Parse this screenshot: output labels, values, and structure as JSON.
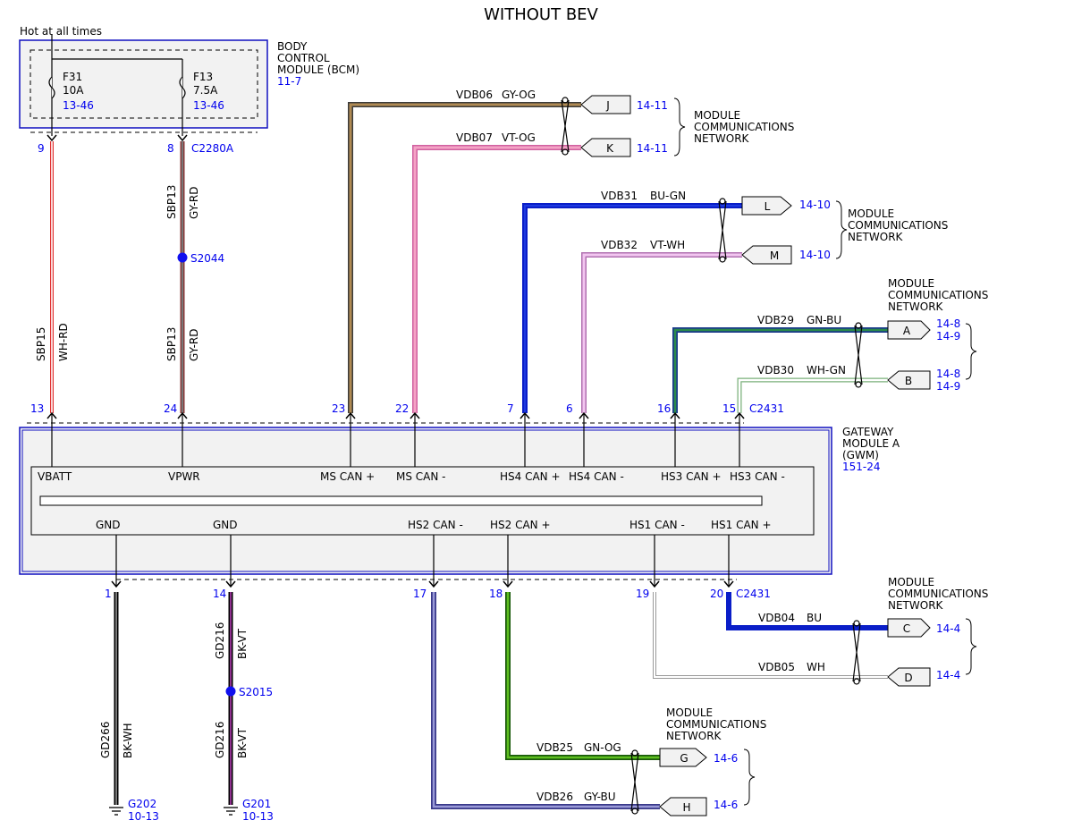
{
  "title": "WITHOUT BEV",
  "hot_label": "Hot at all times",
  "bcm": {
    "line1": "BODY",
    "line2": "CONTROL",
    "line3": "MODULE (BCM)",
    "ref": "11-7",
    "fuse1": {
      "name": "F31",
      "rating": "10A",
      "ref": "13-46"
    },
    "fuse2": {
      "name": "F13",
      "rating": "7.5A",
      "ref": "13-46"
    }
  },
  "bcm_pins": {
    "p9": "9",
    "p8": "8",
    "connector": "C2280A"
  },
  "gwm": {
    "line1": "GATEWAY",
    "line2": "MODULE A",
    "line3": "(GWM)",
    "ref": "151-24",
    "top_signals": [
      "VBATT",
      "VPWR",
      "MS CAN +",
      "MS CAN -",
      "HS4 CAN +",
      "HS4 CAN -",
      "HS3 CAN +",
      "HS3 CAN -"
    ],
    "bottom_signals": [
      "GND",
      "GND",
      "HS2 CAN -",
      "HS2 CAN +",
      "HS1 CAN -",
      "HS1 CAN +"
    ],
    "top_pins": [
      "13",
      "24",
      "23",
      "22",
      "7",
      "6",
      "16",
      "15"
    ],
    "top_connector": "C2431",
    "bottom_pins": [
      "1",
      "14",
      "17",
      "18",
      "19",
      "20"
    ],
    "bottom_connector": "C2431"
  },
  "power_wires": {
    "sbp15": {
      "circuit": "SBP15",
      "color": "WH-RD"
    },
    "sbp13_top": {
      "circuit": "SBP13",
      "color": "GY-RD"
    },
    "sbp13_bottom": {
      "circuit": "SBP13",
      "color": "GY-RD"
    },
    "splice_top": "S2044"
  },
  "ground_wires": {
    "gd266": {
      "circuit": "GD266",
      "color": "BK-WH",
      "ground": "G202",
      "ref": "10-13"
    },
    "gd216_top": {
      "circuit": "GD216",
      "color": "BK-VT"
    },
    "gd216_bottom": {
      "circuit": "GD216",
      "color": "BK-VT",
      "ground": "G201",
      "ref": "10-13"
    },
    "splice_bottom": "S2015"
  },
  "network_label": {
    "line1": "MODULE",
    "line2": "COMMUNICATIONS",
    "line3": "NETWORK"
  },
  "can_wires": [
    {
      "circuit": "VDB06",
      "color": "GY-OG",
      "letter": "J",
      "ref": "14-11",
      "ref2": ""
    },
    {
      "circuit": "VDB07",
      "color": "VT-OG",
      "letter": "K",
      "ref": "14-11",
      "ref2": ""
    },
    {
      "circuit": "VDB31",
      "color": "BU-GN",
      "letter": "L",
      "ref": "14-10",
      "ref2": ""
    },
    {
      "circuit": "VDB32",
      "color": "VT-WH",
      "letter": "M",
      "ref": "14-10",
      "ref2": ""
    },
    {
      "circuit": "VDB29",
      "color": "GN-BU",
      "letter": "A",
      "ref": "14-8",
      "ref2": "14-9"
    },
    {
      "circuit": "VDB30",
      "color": "WH-GN",
      "letter": "B",
      "ref": "14-8",
      "ref2": "14-9"
    },
    {
      "circuit": "VDB04",
      "color": "BU",
      "letter": "C",
      "ref": "14-4",
      "ref2": ""
    },
    {
      "circuit": "VDB05",
      "color": "WH",
      "letter": "D",
      "ref": "14-4",
      "ref2": ""
    },
    {
      "circuit": "VDB25",
      "color": "GN-OG",
      "letter": "G",
      "ref": "14-6",
      "ref2": ""
    },
    {
      "circuit": "VDB26",
      "color": "GY-BU",
      "letter": "H",
      "ref": "14-6",
      "ref2": ""
    }
  ],
  "colors": {
    "blue_ref": "#0000ee",
    "module_border": "#1010c0",
    "gy_og": "#b08a52",
    "vt_og": "#f08cb4",
    "bu": "#0a1ec8",
    "vt_wh": "#e9a3e6",
    "gn": "#1f6e4a",
    "gn_og": "#3d9a10",
    "gy_bu": "#6a6ac0"
  }
}
